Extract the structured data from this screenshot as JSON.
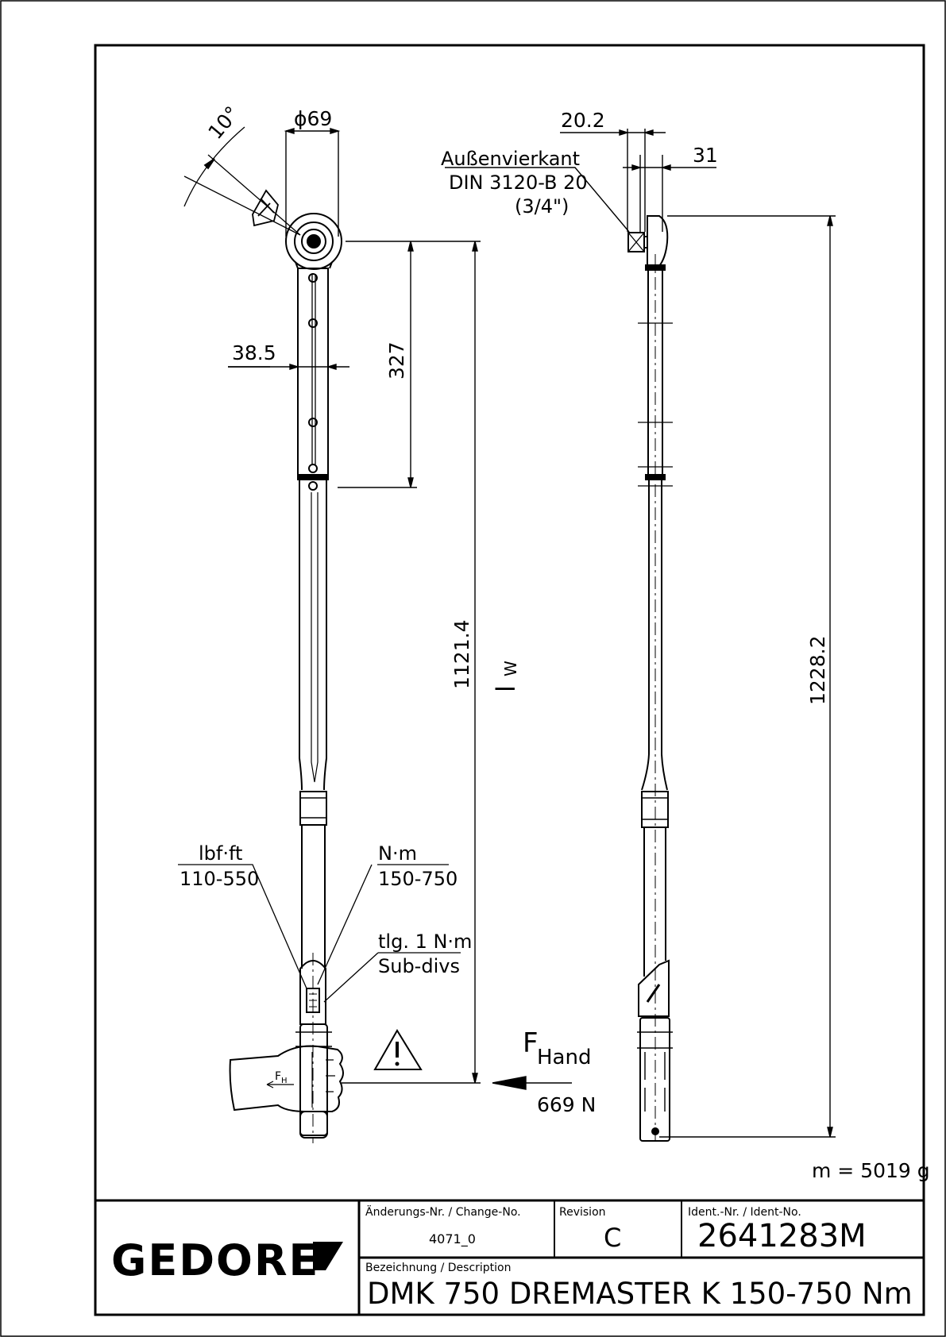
{
  "drawing": {
    "front_view": {
      "angle": "10°",
      "diameter": "ϕ69",
      "width": "38.5",
      "dim_327": "327",
      "dim_1121": "1121.4",
      "lw_main": "l",
      "lw_sub": "W",
      "unit_lbf": "lbf·ft",
      "range_lbf": "110-550",
      "unit_nm": "N·m",
      "range_nm": "150-750",
      "subdiv_line1": "tlg. 1 N·m",
      "subdiv_line2": "Sub-divs",
      "hand_icon_label_main": "F",
      "hand_icon_label_sub": "H",
      "force_main": "F",
      "force_sub": "Hand",
      "force_value": "669 N"
    },
    "side_view": {
      "dim_20_2": "20.2",
      "dim_31": "31",
      "drive_line1": "Außenvierkant",
      "drive_line2": "DIN 3120-B 20",
      "drive_line3": "(3/4\")",
      "dim_total": "1228.2"
    },
    "mass": "m = 5019 g"
  },
  "title_block": {
    "logo": "GEDORE",
    "change_label": "Änderungs-Nr. / Change-No.",
    "change_value": "4071_0",
    "revision_label": "Revision",
    "revision_value": "C",
    "ident_label": "Ident.-Nr. / Ident-No.",
    "ident_value": "2641283M",
    "description_label": "Bezeichnung / Description",
    "description_value": "DMK 750 DREMASTER K 150-750 Nm"
  }
}
